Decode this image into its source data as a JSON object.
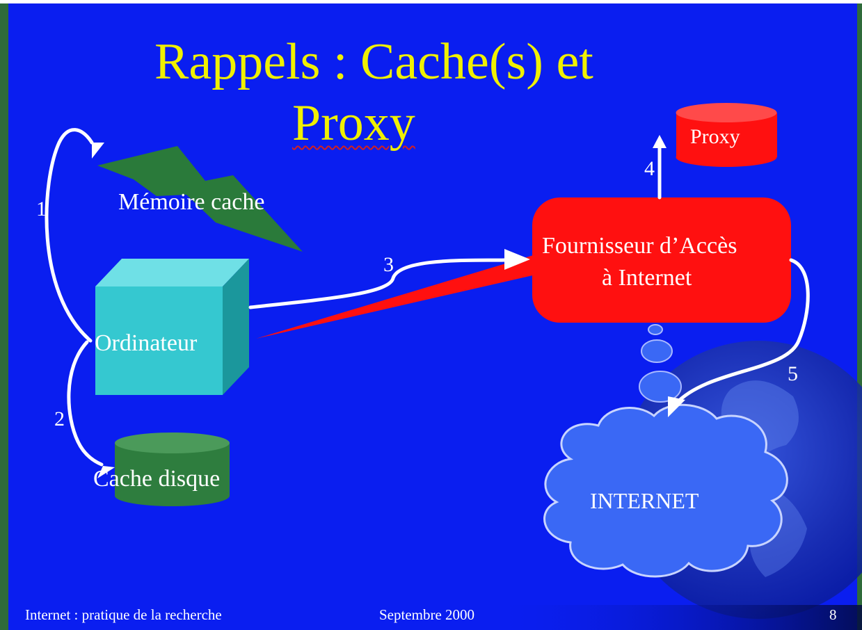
{
  "slide": {
    "title_line1": "Rappels : Cache(s) et",
    "title_line2": "Proxy",
    "colors": {
      "background": "#0a1ef0",
      "title": "#f0f000",
      "cache_memory": "#2a7a3a",
      "computer": "#35c8d0",
      "disk_cache": "#2e7d3e",
      "isp": "#ff1010",
      "proxy": "#ff1010",
      "internet_cloud": "#3a68f5",
      "text": "#ffffff"
    }
  },
  "diagram": {
    "nodes": {
      "cache_memory": "Mémoire cache",
      "computer": "Ordinateur",
      "disk_cache": "Cache disque",
      "isp_line1": "Fournisseur d’Accès",
      "isp_line2": "à Internet",
      "proxy": "Proxy",
      "internet": "INTERNET"
    },
    "steps": [
      "1",
      "2",
      "3",
      "4",
      "5"
    ]
  },
  "footer": {
    "left": "Internet : pratique de la recherche",
    "center": "Septembre 2000",
    "page": "8"
  }
}
